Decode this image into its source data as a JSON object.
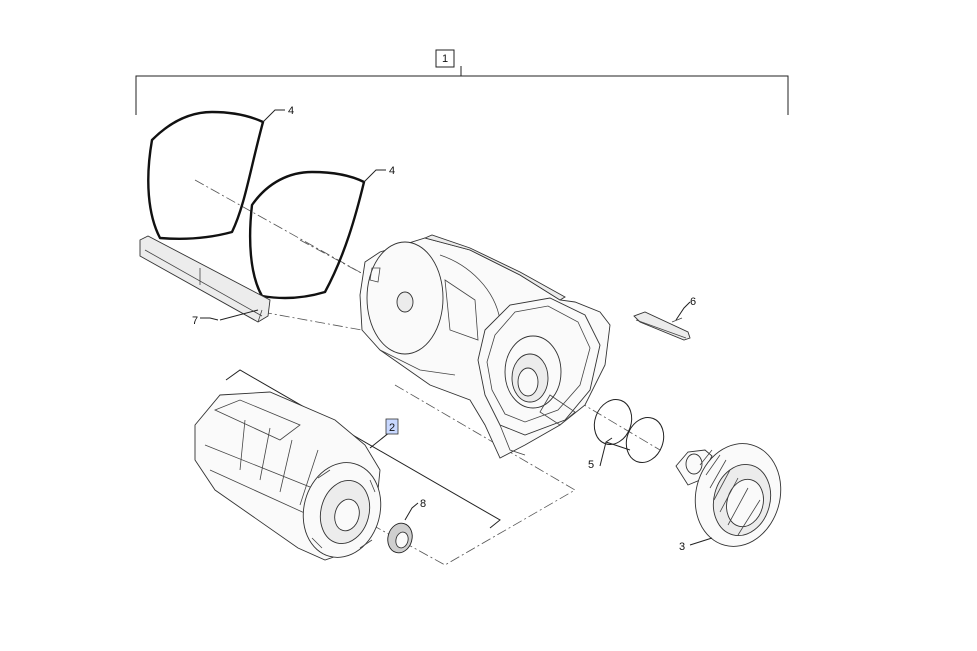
{
  "diagram": {
    "callouts": {
      "c1": "1",
      "c2": "2",
      "c3": "3",
      "c4a": "4",
      "c4b": "4",
      "c5": "5",
      "c6": "6",
      "c7": "7",
      "c8": "8"
    },
    "colors": {
      "line": "#222222",
      "highlight": "#c8d8ff",
      "shade": "#e9e9e9"
    }
  }
}
